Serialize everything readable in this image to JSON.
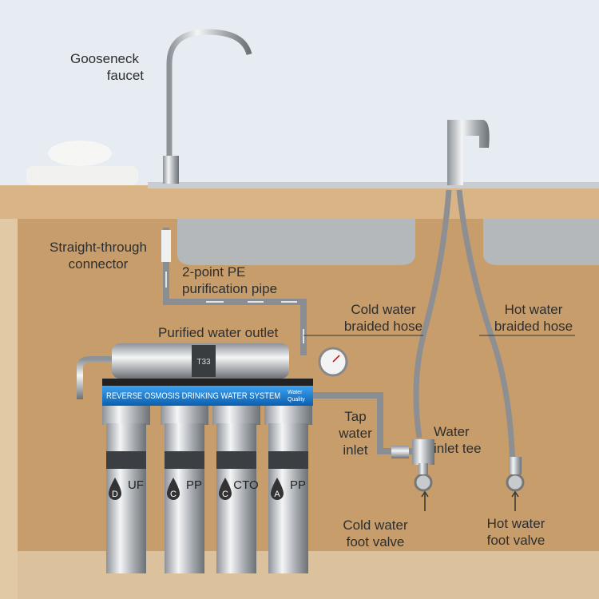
{
  "labels": {
    "gooseneck": [
      "Gooseneck",
      "faucet"
    ],
    "connector": [
      "Straight-through",
      "connector"
    ],
    "pe_pipe": [
      "2-point PE",
      "purification pipe"
    ],
    "outlet": "Purified water outlet",
    "cold_hose": [
      "Cold water",
      "braided hose"
    ],
    "hot_hose": [
      "Hot water",
      "braided hose"
    ],
    "tap_inlet": [
      "Tap",
      "water",
      "inlet"
    ],
    "tee": [
      "Water",
      "inlet tee"
    ],
    "cold_valve": [
      "Cold water",
      "foot valve"
    ],
    "hot_valve": [
      "Hot water",
      "foot valve"
    ]
  },
  "system": {
    "band_text": "REVERSE OSMOSIS DRINKING WATER SYSTEM",
    "brand": "Water Quality",
    "membrane": "T33",
    "filters": [
      {
        "name": "UF",
        "letter": "D"
      },
      {
        "name": "PP",
        "letter": "C"
      },
      {
        "name": "CTO",
        "letter": "C"
      },
      {
        "name": "PP",
        "letter": "A"
      }
    ]
  },
  "colors": {
    "wall": "#e6ecf1",
    "wood": "#cfa677",
    "band": "#1a7fd6",
    "pipe": "#8a8e92",
    "text": "#2e2e2e"
  }
}
